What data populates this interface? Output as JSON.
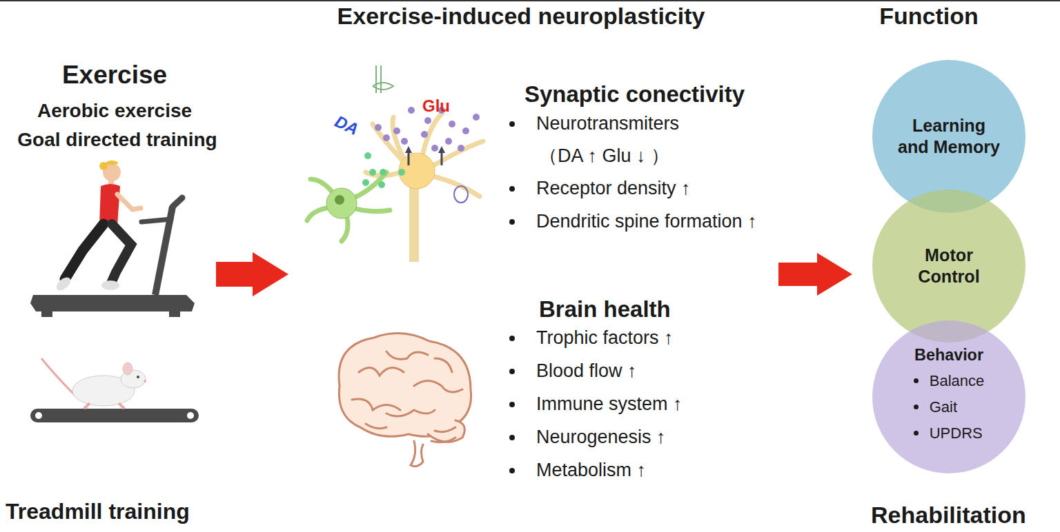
{
  "diagram": {
    "nodes": [
      {
        "text": [
          "Learning and Memory"
        ]
      },
      {
        "text": [
          "Motor Control"
        ]
      },
      {
        "text": [
          "Behavior",
          "Balance",
          "Gait",
          "UPDRS"
        ]
      }
    ],
    "labels": [
      "Exercise-induced neuroplasticity",
      "Function",
      "Exercise",
      "Aerobic exercise",
      "Goal directed training",
      "DA",
      "Glu",
      "Synaptic conectivity",
      "Neurotransmiters",
      "（DA ↑ Glu ↓ ）",
      "Receptor density ↑",
      "Dendritic spine formation ↑",
      "Brain health",
      "Trophic factors ↑",
      "Blood flow ↑",
      "Immune system ↑",
      "Neurogenesis ↑",
      "Metabolism ↑",
      "Treadmill training",
      "Rehabilitation"
    ]
  }
}
